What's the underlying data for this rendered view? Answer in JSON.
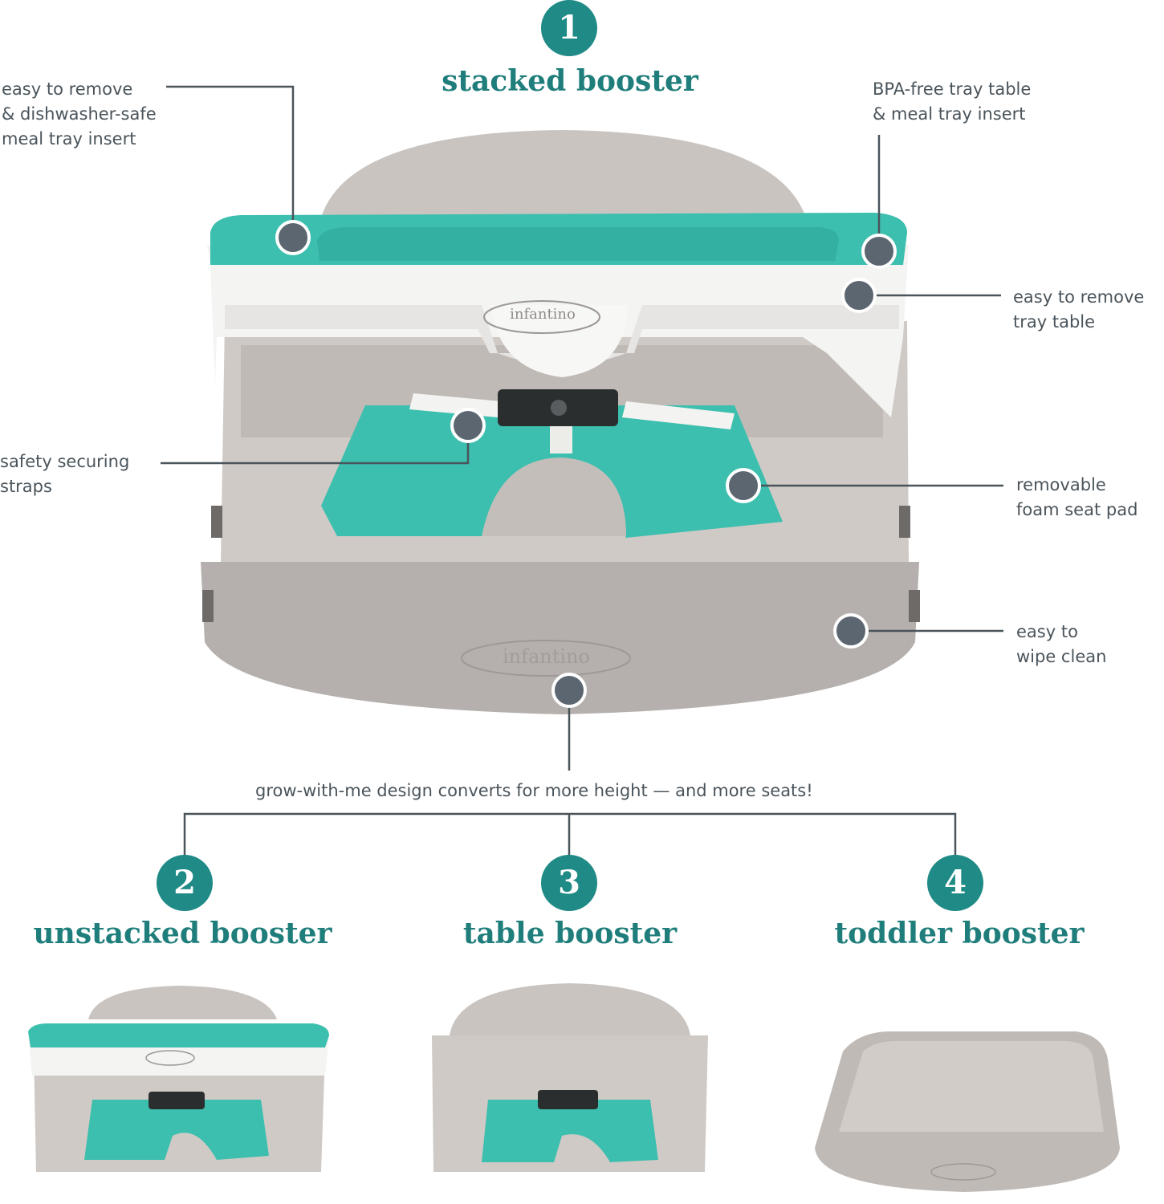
{
  "header": {
    "badge": "1",
    "title": "stacked booster"
  },
  "callouts": {
    "tray_insert": [
      "easy to remove",
      "& dishwasher-safe",
      "meal tray insert"
    ],
    "bpa_tray": [
      "BPA-free tray table",
      "& meal tray insert"
    ],
    "remove_tray": [
      "easy to remove",
      "tray table"
    ],
    "straps": [
      "safety securing",
      "straps"
    ],
    "seat_pad": [
      "removable",
      "foam seat pad"
    ],
    "wipe": [
      "easy to",
      "wipe clean"
    ]
  },
  "brand": "infantino",
  "convert_text": "grow-with-me design converts for more height — and more seats!",
  "modes": [
    {
      "badge": "2",
      "title": "unstacked booster"
    },
    {
      "badge": "3",
      "title": "table booster"
    },
    {
      "badge": "4",
      "title": "toddler booster"
    }
  ],
  "colors": {
    "teal": "#1f8a86",
    "teal_tray": "#3cbfae",
    "gray_body": "#c9c4c0",
    "gray_base": "#b5b0ad",
    "dot": "#5c6670",
    "line": "#4a545b"
  }
}
